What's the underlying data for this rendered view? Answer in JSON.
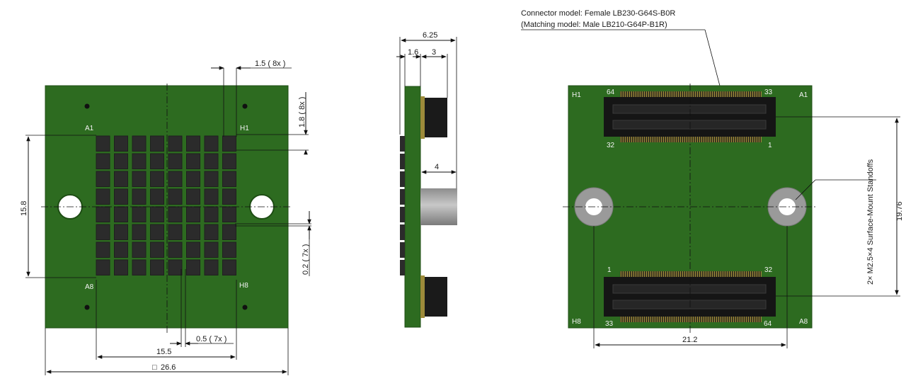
{
  "left_view": {
    "dim_pitch_x": "1.5 ( 8x )",
    "dim_pitch_y": "1.8 ( 8x )",
    "dim_span_y": "15.8",
    "dim_gap_y": "0.2 ( 7x )",
    "dim_gap_x": "0.5 ( 7x )",
    "dim_span_x": "15.5",
    "dim_board": "26.6",
    "board_square_symbol": "□",
    "corner_labels": {
      "a1": "A1",
      "h1": "H1",
      "a8": "A8",
      "h8": "H8"
    }
  },
  "side_view": {
    "dim_total": "6.25",
    "dim_board": "1.6",
    "dim_connector": "3",
    "dim_standoff": "4"
  },
  "right_view": {
    "note_line1": "Connector model: Female LB230-G64S-B0R",
    "note_line2": "(Matching model: Male LB210-G64P-B1R)",
    "corner_labels": {
      "h1": "H1",
      "a1": "A1",
      "h8": "H8",
      "a8": "A8"
    },
    "top_connector_pins": {
      "top_left": "64",
      "top_right": "33",
      "bottom_left": "32",
      "bottom_right": "1"
    },
    "bottom_connector_pins": {
      "top_left": "1",
      "top_right": "32",
      "bottom_left": "33",
      "bottom_right": "64"
    },
    "standoff_note": "2× M2.5×4 Surface-Mount Standoffs",
    "dim_standoff_spacing": "19.76",
    "dim_width": "21.2"
  },
  "colors": {
    "pcb": "#2d6b20",
    "pcb_edge": "#1e4d14",
    "pad": "#2b2b2b",
    "connector": "#151515",
    "connector_gold": "#9c8a3a",
    "standoff": "#9a9a9a",
    "hole": "#ffffff"
  }
}
